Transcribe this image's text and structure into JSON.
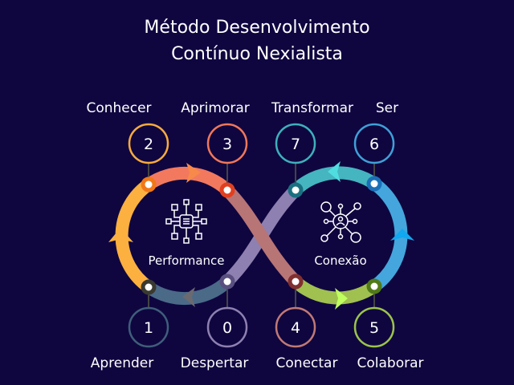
{
  "title": {
    "line1": "Método Desenvolvimento",
    "line2": "Contínuo Nexialista"
  },
  "hubs": [
    {
      "label": "Performance",
      "icon": "circuit-chip-icon"
    },
    {
      "label": "Conexão",
      "icon": "network-person-icon"
    }
  ],
  "steps": [
    {
      "number": "0",
      "label": "Despertar",
      "color": "#8e80b0"
    },
    {
      "number": "1",
      "label": "Aprender",
      "color": "#3f5e7a"
    },
    {
      "number": "2",
      "label": "Conhecer",
      "color": "#f9ab3c"
    },
    {
      "number": "3",
      "label": "Aprimorar",
      "color": "#f0785a"
    },
    {
      "number": "4",
      "label": "Conectar",
      "color": "#c07a75"
    },
    {
      "number": "5",
      "label": "Colaborar",
      "color": "#9cc44a"
    },
    {
      "number": "6",
      "label": "Ser",
      "color": "#3fa0d8"
    },
    {
      "number": "7",
      "label": "Transformar",
      "color": "#3fb0bb"
    }
  ]
}
